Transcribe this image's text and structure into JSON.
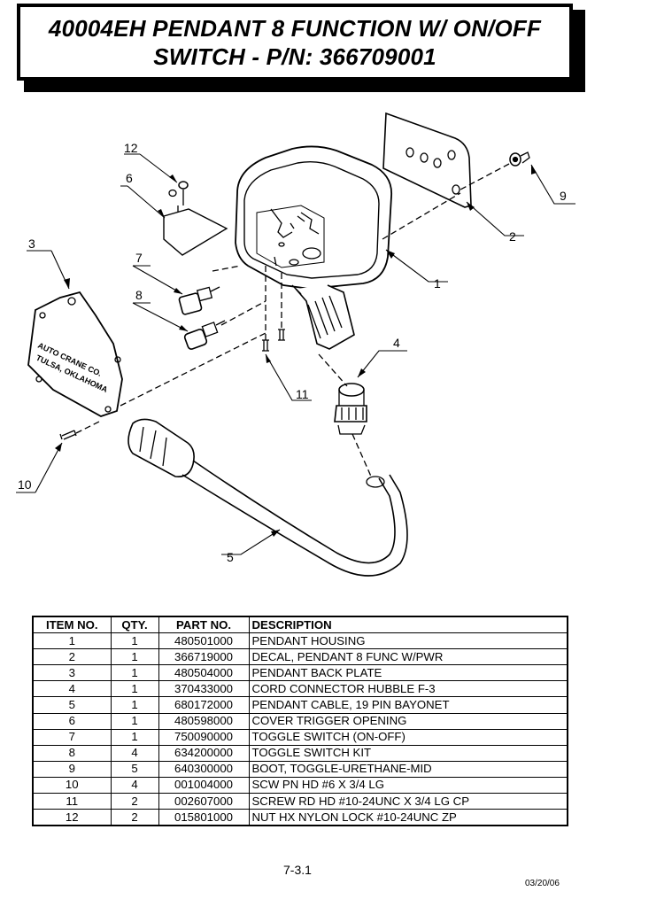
{
  "header": {
    "title_line1": "40004EH PENDANT 8 FUNCTION W/ ON/OFF",
    "title_line2": "SWITCH - P/N: 366709001"
  },
  "diagram": {
    "callouts": [
      "1",
      "2",
      "3",
      "4",
      "5",
      "6",
      "7",
      "8",
      "9",
      "10",
      "11",
      "12"
    ],
    "back_plate_text": [
      "AUTO CRANE CO.",
      "TULSA, OKLAHOMA"
    ]
  },
  "table": {
    "headers": [
      "ITEM NO.",
      "QTY.",
      "PART NO.",
      "DESCRIPTION"
    ],
    "rows": [
      [
        "1",
        "1",
        "480501000",
        "PENDANT HOUSING"
      ],
      [
        "2",
        "1",
        "366719000",
        "DECAL, PENDANT 8 FUNC W/PWR"
      ],
      [
        "3",
        "1",
        "480504000",
        "PENDANT BACK PLATE"
      ],
      [
        "4",
        "1",
        "370433000",
        "CORD CONNECTOR HUBBLE F-3"
      ],
      [
        "5",
        "1",
        "680172000",
        "PENDANT CABLE, 19 PIN BAYONET"
      ],
      [
        "6",
        "1",
        "480598000",
        "COVER TRIGGER OPENING"
      ],
      [
        "7",
        "1",
        "750090000",
        "TOGGLE SWITCH (ON-OFF)"
      ],
      [
        "8",
        "4",
        "634200000",
        "TOGGLE SWITCH KIT"
      ],
      [
        "9",
        "5",
        "640300000",
        "BOOT, TOGGLE-URETHANE-MID"
      ],
      [
        "10",
        "4",
        "001004000",
        "SCW PN HD #6 X 3/4 LG"
      ],
      [
        "11",
        "2",
        "002607000",
        "SCREW RD HD #10-24UNC X 3/4 LG CP"
      ],
      [
        "12",
        "2",
        "015801000",
        "NUT HX NYLON LOCK #10-24UNC ZP"
      ]
    ]
  },
  "footer": {
    "page_number": "7-3.1",
    "date": "03/20/06"
  }
}
